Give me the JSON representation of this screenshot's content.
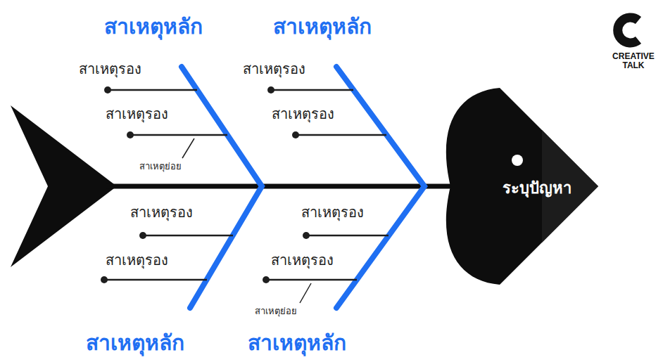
{
  "diagram": {
    "nodes": [
      {
        "text": [
          "ระบุปัญหา"
        ]
      }
    ],
    "labels": [
      "สาเหตุหลัก",
      "สาเหตุหลัก",
      "CREATIVE TALK",
      "สาเหตุรอง",
      "สาเหตุรอง",
      "สาเหตุรอง",
      "สาเหตุรอง",
      "สาเหตุย่อย",
      "สาเหตุรอง",
      "สาเหตุรอง",
      "สาเหตุรอง",
      "สาเหตุรอง",
      "สาเหตุย่อย",
      "สาเหตุหลัก",
      "สาเหตุหลัก"
    ]
  }
}
